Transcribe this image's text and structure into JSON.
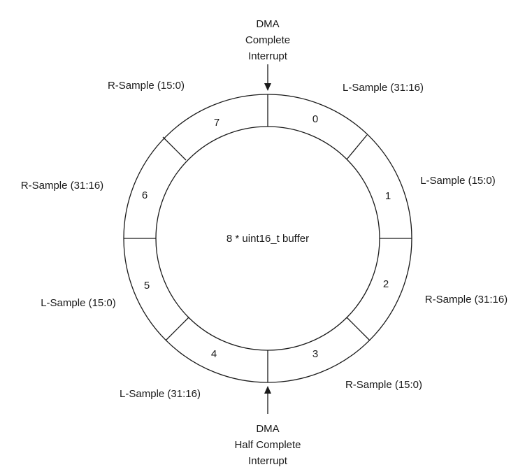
{
  "center_label": "8 * uint16_t buffer",
  "top_interrupt": [
    "DMA",
    "Complete",
    "Interrupt"
  ],
  "bottom_interrupt": [
    "DMA",
    "Half Complete",
    "Interrupt"
  ],
  "segments": [
    {
      "index": "0",
      "label": "L-Sample (31:16)"
    },
    {
      "index": "1",
      "label": "L-Sample (15:0)"
    },
    {
      "index": "2",
      "label": "R-Sample (31:16)"
    },
    {
      "index": "3",
      "label": "R-Sample (15:0)"
    },
    {
      "index": "4",
      "label": "L-Sample (31:16)"
    },
    {
      "index": "5",
      "label": "L-Sample (15:0)"
    },
    {
      "index": "6",
      "label": "R-Sample (31:16)"
    },
    {
      "index": "7",
      "label": "R-Sample (15:0)"
    }
  ]
}
